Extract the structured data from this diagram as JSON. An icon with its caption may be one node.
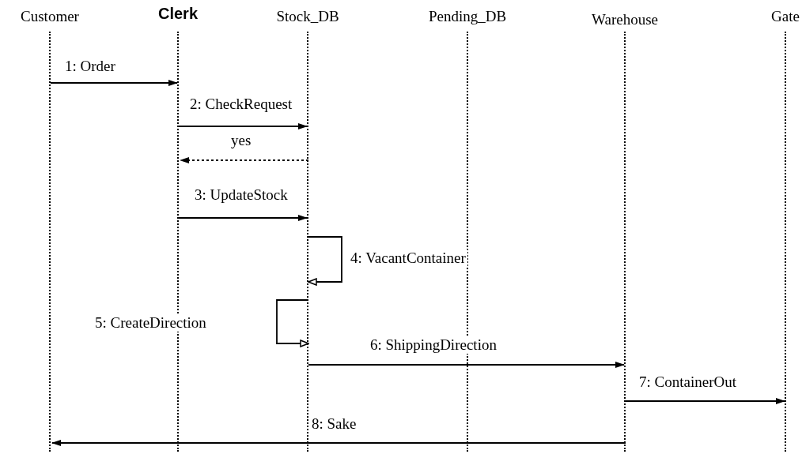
{
  "diagram": {
    "nodes": [
      {
        "text": [
          "Customer"
        ]
      },
      {
        "text": [
          "Clerk"
        ]
      },
      {
        "text": [
          "Stock_DB"
        ]
      },
      {
        "text": [
          "Pending_DB"
        ]
      },
      {
        "text": [
          "Warehouse"
        ]
      },
      {
        "text": [
          "Gate"
        ]
      }
    ],
    "edges": [
      {
        "from": 0,
        "to": 1,
        "arrow": "to",
        "label": "1: Order"
      },
      {
        "from": 1,
        "to": 2,
        "arrow": "to",
        "label": "2: CheckRequest"
      },
      {
        "from": 2,
        "to": 1,
        "arrow": "to",
        "label": "yes",
        "style": "dashed"
      },
      {
        "from": 1,
        "to": 2,
        "arrow": "to",
        "label": "3: UpdateStock"
      },
      {
        "from": 2,
        "to": 2,
        "arrow": "to",
        "label": "4: VacantContainer"
      },
      {
        "from": 2,
        "to": 2,
        "arrow": "to",
        "label": "5: CreateDirection"
      },
      {
        "from": 2,
        "to": 4,
        "arrow": "to",
        "label": "6: ShippingDirection"
      },
      {
        "from": 4,
        "to": 5,
        "arrow": "to",
        "label": "7: ContainerOut"
      },
      {
        "from": 4,
        "to": 0,
        "arrow": "to",
        "label": "8: Sake"
      }
    ]
  }
}
